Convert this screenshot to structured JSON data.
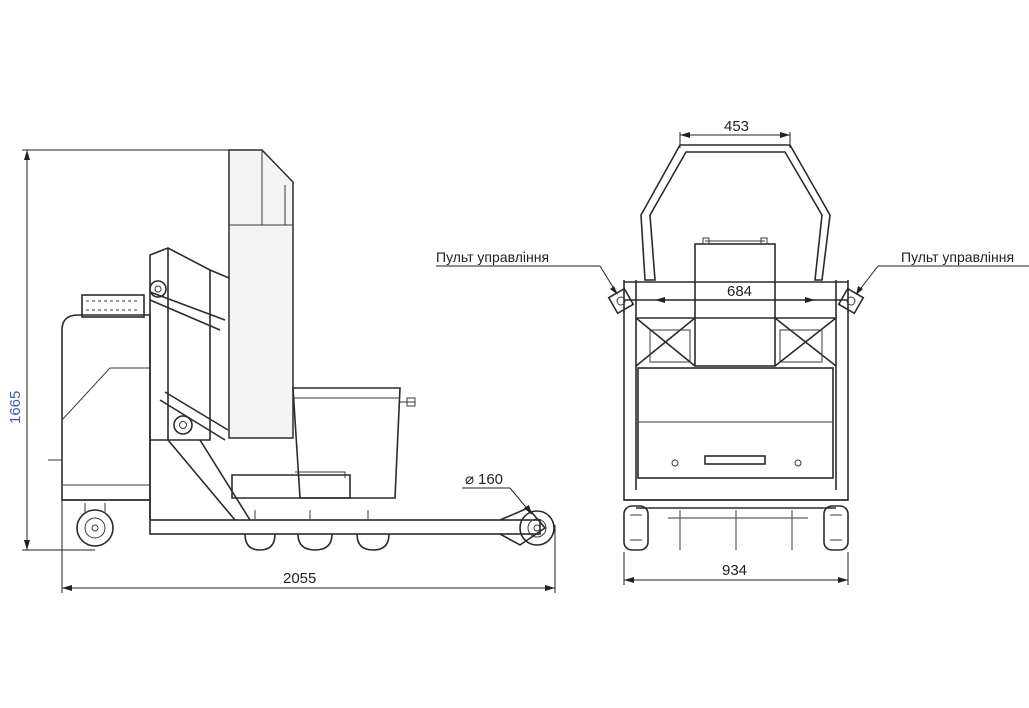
{
  "dimensions": {
    "height": "1665",
    "length": "2055",
    "wheel_diameter": "160",
    "top_width": "453",
    "inner_width": "684",
    "base_width": "934"
  },
  "labels": {
    "control_panel_left": "Пульт управління",
    "control_panel_right": "Пульт управління"
  },
  "colors": {
    "line": "#2b2b2b",
    "height_dimension_text": "#3a5fb0",
    "background": "#ffffff"
  },
  "icons": {
    "diameter_symbol": "⌀"
  }
}
